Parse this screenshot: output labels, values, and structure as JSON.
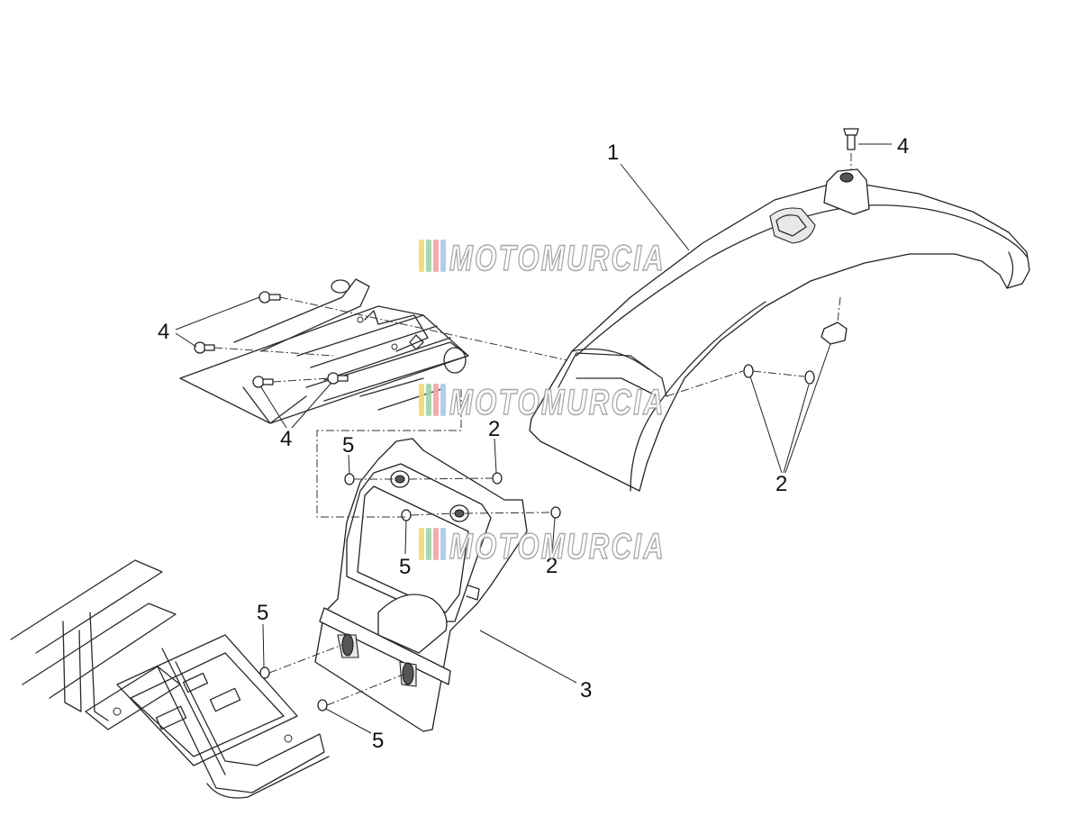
{
  "diagram": {
    "callouts": {
      "c1": "1",
      "c2a": "2",
      "c2b": "2",
      "c2c": "2",
      "c3": "3",
      "c4a": "4",
      "c4b": "4",
      "c4c": "4",
      "c5a": "5",
      "c5b": "5",
      "c5c": "5"
    },
    "watermark": {
      "text": "MOTOMURCIA",
      "stripe_colors": [
        "#f2d675",
        "#9fd3a6",
        "#f4a3a3",
        "#a9c7ee"
      ]
    }
  }
}
